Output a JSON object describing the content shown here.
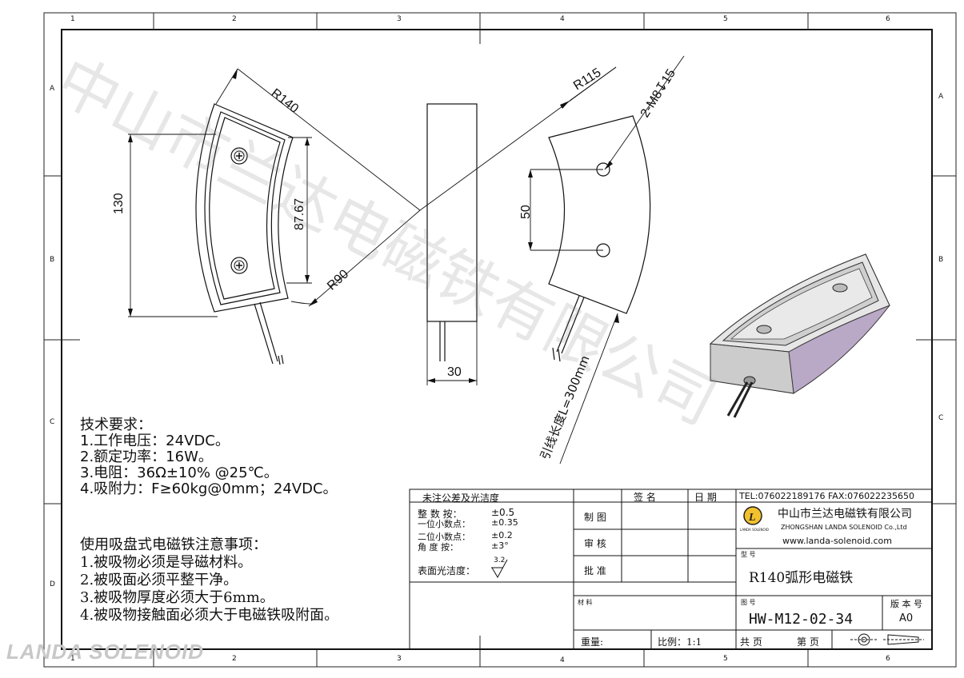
{
  "grid": {
    "cols": [
      "1",
      "2",
      "3",
      "4",
      "5",
      "6"
    ],
    "rows": [
      "A",
      "B",
      "C",
      "D"
    ]
  },
  "dimensions": {
    "r140": "R140",
    "h130": "130",
    "h87": "87.67",
    "r90": "R90",
    "r115": "R115",
    "thread": "2-M8↧15",
    "d50": "50",
    "w30": "30",
    "lead": "引线长度L=300mm"
  },
  "tech": {
    "title": "技术要求：",
    "lines": [
      "1.工作电压：24VDC。",
      "2.额定功率：16W。",
      "3.电阻：36Ω±10% @25℃。",
      "4.吸附力：F≥60kg@0mm；24VDC。"
    ]
  },
  "usage": {
    "title": "使用吸盘式电磁铁注意事项：",
    "lines": [
      "1.被吸物必须是导磁材料。",
      "2.被吸面必须平整干净。",
      "3.被吸物厚度必须大于6mm。",
      "4.被吸物接触面必须大于电磁铁吸附面。"
    ]
  },
  "titleblock": {
    "tol_title": "未注公差及光洁度",
    "tol_rows": [
      {
        "label": "整 数 按：",
        "value": "±0.5"
      },
      {
        "label": "一位小数点：",
        "value": "±0.35"
      },
      {
        "label": "二位小数点：",
        "value": "±0.2"
      },
      {
        "label": "角 度 按：",
        "value": "±3°"
      }
    ],
    "surface_label": "表面光洁度：",
    "surface_value": "3.2",
    "sign": "签 名",
    "date": "日 期",
    "draw": "制 图",
    "check": "审 核",
    "approve": "批 准",
    "material": "材 料",
    "weight": "重量:",
    "scale": "比例：1:1",
    "pages": "共  页",
    "page": "第  页",
    "contact": "TEL:076022189176   FAX:076022235650",
    "company_cn": "中山市兰达电磁铁有限公司",
    "company_en": "ZHONGSHAN LANDA SOLENOID Co.,Ltd",
    "website": "www.landa-solenoid.com",
    "logo_text": "LANDA SOLENOID",
    "model_label": "型 号",
    "model": "R140弧形电磁铁",
    "drawing_no_label": "图 号",
    "drawing_no": "HW-M12-02-34",
    "version_label": "版 本 号",
    "version": "A0"
  },
  "watermark": "中山市兰达电磁铁有限公司",
  "brand": "LANDA SOLENOID"
}
